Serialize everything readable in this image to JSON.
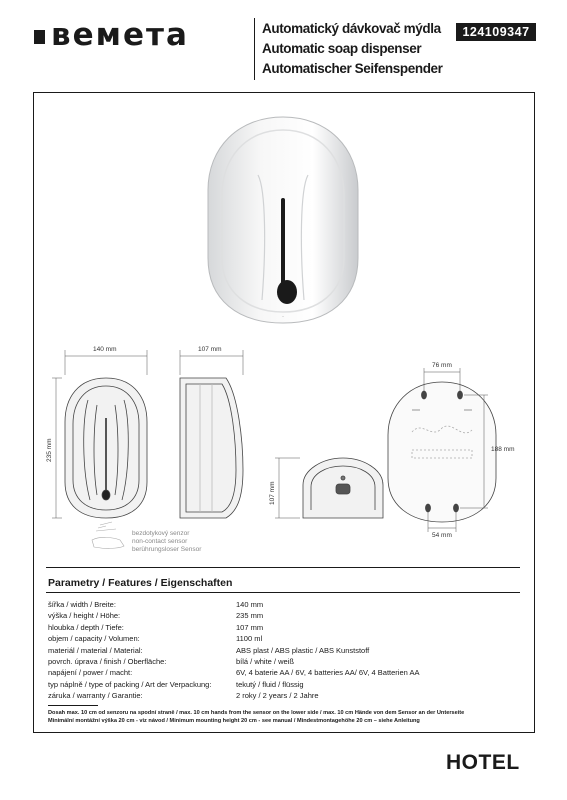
{
  "header": {
    "brand": "ʙeмeтa",
    "titles": [
      "Automatický dávkovač mýdla",
      "Automatic soap dispenser",
      "Automatischer Seifenspender"
    ],
    "product_code": "124109347"
  },
  "drawings": {
    "front_width": "140 mm",
    "front_height": "235 mm",
    "side_depth": "107 mm",
    "bottom_depth": "107 mm",
    "back_top_spacing": "76 mm",
    "back_height": "188 mm",
    "back_bottom_spacing": "54 mm",
    "sensor_note": [
      "bezdotykový senzor",
      "non-contact sensor",
      "berührungsloser Sensor"
    ]
  },
  "features": {
    "title": "Parametry / Features / Eigenschaften",
    "rows": [
      {
        "label": "šířka / width / Breite:",
        "value": "140 mm"
      },
      {
        "label": "výška / height / Höhe:",
        "value": "235 mm"
      },
      {
        "label": "hloubka / depth / Tiefe:",
        "value": "107 mm"
      },
      {
        "label": "objem / capacity / Volumen:",
        "value": "1100 ml"
      },
      {
        "label": "materiál / material / Material:",
        "value": "ABS plast / ABS plastic / ABS Kunststoff"
      },
      {
        "label": "povrch. úprava / finish / Oberfläche:",
        "value": "bílá / white / weiß"
      },
      {
        "label": "napájení / power / macht:",
        "value": "6V, 4 baterie AA / 6V, 4 batteries AA/ 6V, 4 Batterien AA"
      },
      {
        "label": "typ náplně / type of packing / Art der Verpackung:",
        "value": "tekutý / fluid / flüssig"
      },
      {
        "label": "záruka / warranty / Garantie:",
        "value": "2 roky / 2 years / 2 Jahre"
      }
    ]
  },
  "footnotes": [
    "Dosah max. 10 cm od senzoru na spodní straně / max. 10 cm hands from the sensor on the lower side / max. 10 cm Hände von dem Sensor an der Unterseite",
    "Minimální montážní výška 20 cm - viz návod / Minimum mounting height 20 cm - see manual / Mindestmontagehöhe 20 cm – siehe Anleitung"
  ],
  "category": "HOTEL"
}
